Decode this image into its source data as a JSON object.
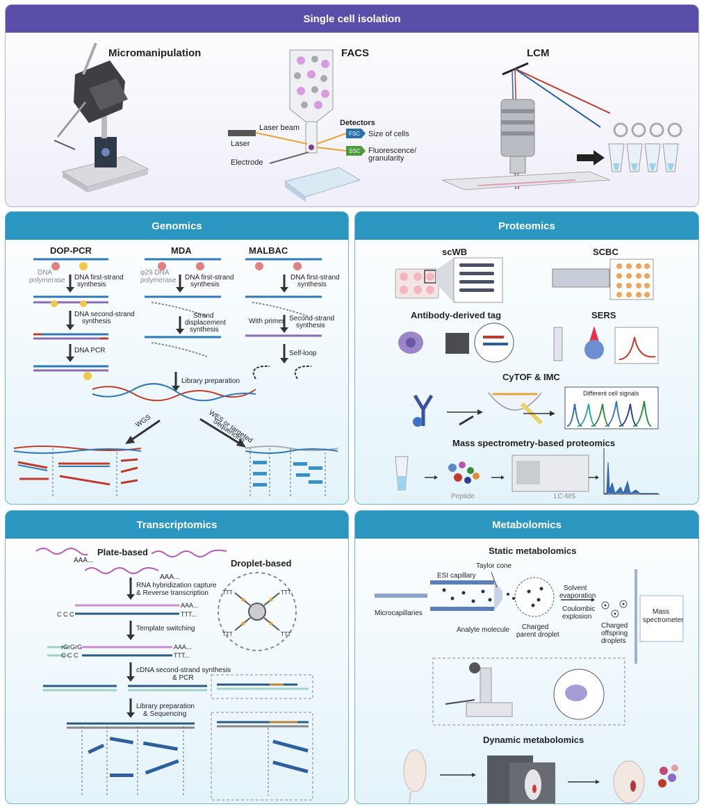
{
  "isolation": {
    "title": "Single cell isolation",
    "micromanipulation": "Micromanipulation",
    "facs": "FACS",
    "lcm": "LCM",
    "laser_beam": "Laser beam",
    "laser": "Laser",
    "electrode": "Electrode",
    "detectors": "Detectors",
    "fsc": "FSC",
    "ssc": "SSC",
    "size_of_cells": "Size of cells",
    "fluorescence": "Fluorescence/",
    "granularity": "granularity"
  },
  "genomics": {
    "title": "Genomics",
    "dop_pcr": "DOP-PCR",
    "mda": "MDA",
    "malbac": "MALBAC",
    "dna_1": "DNA",
    "polymerase": "polymerase",
    "phi29_1": "φ29 DNA",
    "phi29_2": "polymerase",
    "first_strand_1": "DNA first-strand",
    "first_strand_2": "synthesis",
    "second_strand_1": "DNA second-strand",
    "second_strand_2": "synthesis",
    "dna_pcr": "DNA PCR",
    "strand_1": "Strand",
    "strand_2": "displacement",
    "strand_3": "synthesis",
    "with_primer": "With primer",
    "second_strand_m1": "Second-strand",
    "second_strand_m2": "synthesis",
    "self_loop": "Self-loop",
    "library_prep": "Library preparation",
    "wgs": "WGS",
    "wes_1": "WES or targeted",
    "wes_2": "Sequencing"
  },
  "proteomics": {
    "title": "Proteomics",
    "scwb": "scWB",
    "scbc": "SCBC",
    "antibody_tag": "Antibody-derived tag",
    "sers": "SERS",
    "cytof": "CyTOF & IMC",
    "cell_signals": "Different cell signals",
    "mass_spec": "Mass spectrometry-based proteomics",
    "peptide": "Peptide",
    "lcms": "LC-MS"
  },
  "transcriptomics": {
    "title": "Transcriptomics",
    "plate_based": "Plate-based",
    "droplet_based": "Droplet-based",
    "aaa": "AAA...",
    "rna_capture_1": "RNA hybridization capture",
    "rna_capture_2": "& Reverse transcription",
    "ccc": "C C C",
    "ttt": "TTT...",
    "template_switching": "Template switching",
    "rgrgrg": "rGrGrG",
    "cdna_1": "cDNA second-strand synthesis",
    "cdna_2": "& PCR",
    "lib_1": "Library preparation",
    "lib_2": "& Sequencing",
    "ttt_tag": "TTT"
  },
  "metabolomics": {
    "title": "Metabolomics",
    "static": "Static metabolomics",
    "esi": "ESI capillary",
    "taylor": "Taylor cone",
    "microcap": "Microcapillaries",
    "analyte": "Analyte molecule",
    "charged_1": "Charged",
    "charged_2": "parent droplet",
    "solvent_1": "Solvent",
    "solvent_2": "evaporation",
    "coulombic_1": "Coulombic",
    "coulombic_2": "explosion",
    "offspring_1": "Charged",
    "offspring_2": "offspring",
    "offspring_3": "droplets",
    "mass_1": "Mass",
    "mass_2": "spectrometer",
    "dynamic": "Dynamic metabolomics"
  },
  "colors": {
    "isolation_header": "#5a4fa8",
    "panel_header": "#2b97c0",
    "dna_blue": "#2f78b5",
    "dna_red": "#c0392b",
    "rna_purple": "#b35bb3"
  }
}
